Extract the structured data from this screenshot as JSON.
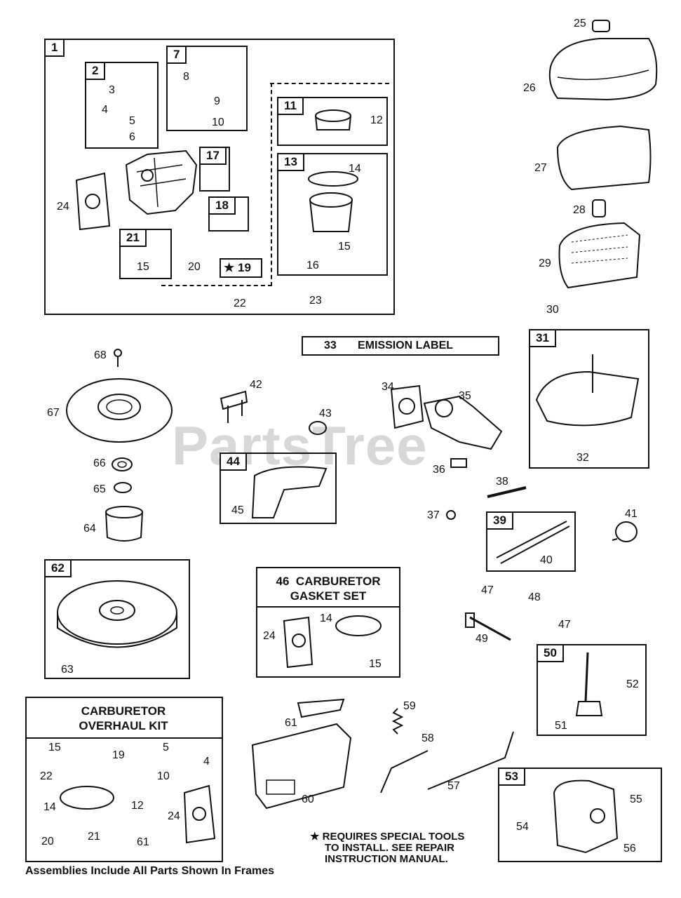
{
  "watermark": "PartsTree",
  "emission_label": {
    "number": "33",
    "text": "EMISSION LABEL"
  },
  "carb_gasket_set": {
    "number": "46",
    "line1": "CARBURETOR",
    "line2": "GASKET SET"
  },
  "overhaul_kit": {
    "line1": "CARBURETOR",
    "line2": "OVERHAUL KIT"
  },
  "frame_tags": {
    "f1": "1",
    "f2": "2",
    "f7": "7",
    "f11": "11",
    "f13": "13",
    "f17": "17",
    "f18": "18",
    "f21": "21",
    "f19": "19",
    "f31": "31",
    "f44": "44",
    "f39": "39",
    "f62": "62",
    "f50": "50",
    "f53": "53"
  },
  "star": "★",
  "callouts": {
    "n3": "3",
    "n4": "4",
    "n5": "5",
    "n6": "6",
    "n8": "8",
    "n9": "9",
    "n10": "10",
    "n12": "12",
    "n14": "14",
    "n15a": "15",
    "n15b": "15",
    "n16": "16",
    "n20": "20",
    "n22": "22",
    "n23": "23",
    "n24": "24",
    "n25": "25",
    "n26": "26",
    "n27": "27",
    "n28": "28",
    "n29": "29",
    "n30": "30",
    "n32": "32",
    "n34": "34",
    "n35": "35",
    "n36": "36",
    "n37": "37",
    "n38": "38",
    "n40": "40",
    "n41": "41",
    "n42": "42",
    "n43": "43",
    "n45": "45",
    "n47a": "47",
    "n47b": "47",
    "n48": "48",
    "n49": "49",
    "n51": "51",
    "n52": "52",
    "n54": "54",
    "n55": "55",
    "n56": "56",
    "n57": "57",
    "n58": "58",
    "n59": "59",
    "n60": "60",
    "n61": "61",
    "n63": "63",
    "n64": "64",
    "n65": "65",
    "n66": "66",
    "n67": "67",
    "n68": "68",
    "g24": "24",
    "g14": "14",
    "g15": "15",
    "k15": "15",
    "k19": "19",
    "k5": "5",
    "k4": "4",
    "k22": "22",
    "k10": "10",
    "k14": "14",
    "k12": "12",
    "k24": "24",
    "k20": "20",
    "k21": "21",
    "k61": "61"
  },
  "footnote": {
    "star": "★",
    "line1": "REQUIRES SPECIAL TOOLS",
    "line2": "TO INSTALL.  SEE REPAIR",
    "line3": "INSTRUCTION MANUAL."
  },
  "assemblies_note": "Assemblies Include All Parts Shown In Frames"
}
